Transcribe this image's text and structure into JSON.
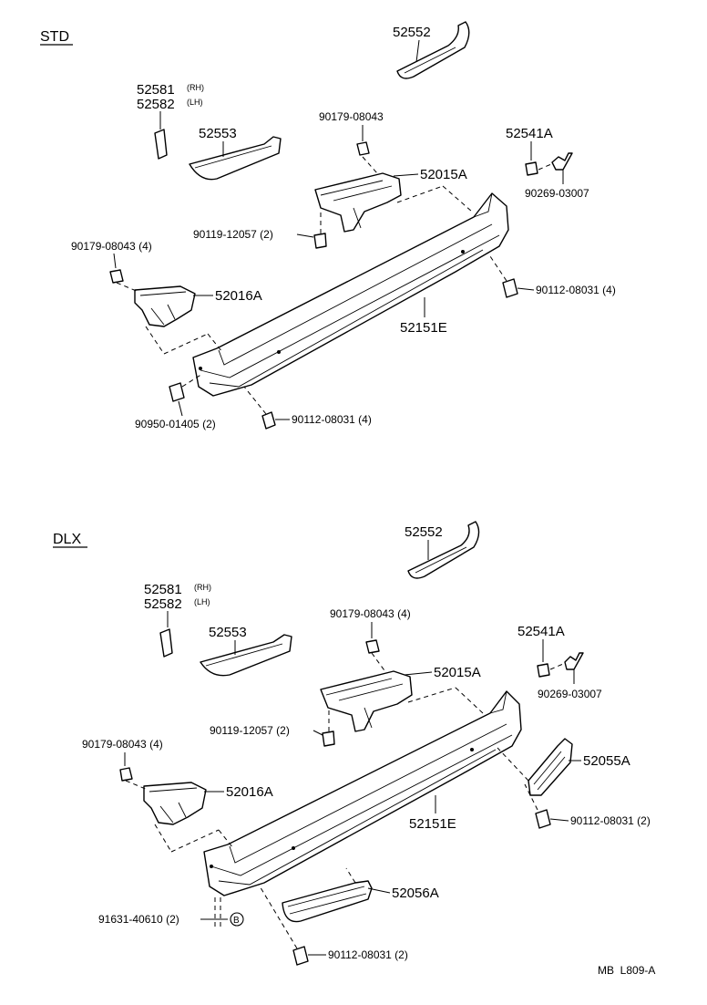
{
  "std": {
    "section_label": "STD",
    "labels": {
      "reinforcement_top": "52552",
      "end_rh": "52581",
      "end_rh_side": "(RH)",
      "end_lh": "52582",
      "end_lh_side": "(LH)",
      "reinforcement_side": "52553",
      "nut_top": "90179-08043",
      "retainer": "52541A",
      "screw_top": "90269-03007",
      "bracket_rh": "52015A",
      "bolt_bracket": "90119-12057 (2)",
      "nut_left": "90179-08043 (4)",
      "bolt_right": "90112-08031 (4)",
      "bracket_lh": "52016A",
      "bumper_bar": "52151E",
      "grommet": "90950-01405 (2)",
      "bolt_bottom": "90112-08031 (4)"
    }
  },
  "dlx": {
    "section_label": "DLX",
    "labels": {
      "reinforcement_top": "52552",
      "end_rh": "52581",
      "end_rh_side": "(RH)",
      "end_lh": "52582",
      "end_lh_side": "(LH)",
      "nut_top": "90179-08043 (4)",
      "reinforcement_side": "52553",
      "retainer": "52541A",
      "bracket_rh": "52015A",
      "screw_top": "90269-03007",
      "bolt_bracket": "90119-12057 (2)",
      "nut_left": "90179-08043 (4)",
      "pad_right": "52055A",
      "bracket_lh": "52016A",
      "bumper_bar": "52151E",
      "bolt_right": "90112-08031 (2)",
      "pad_left": "52056A",
      "clip": "91631-40610 (2)",
      "ref_mark": "B",
      "bolt_bottom": "90112-08031 (2)"
    }
  },
  "footer": {
    "code": "MB  L809-A"
  }
}
